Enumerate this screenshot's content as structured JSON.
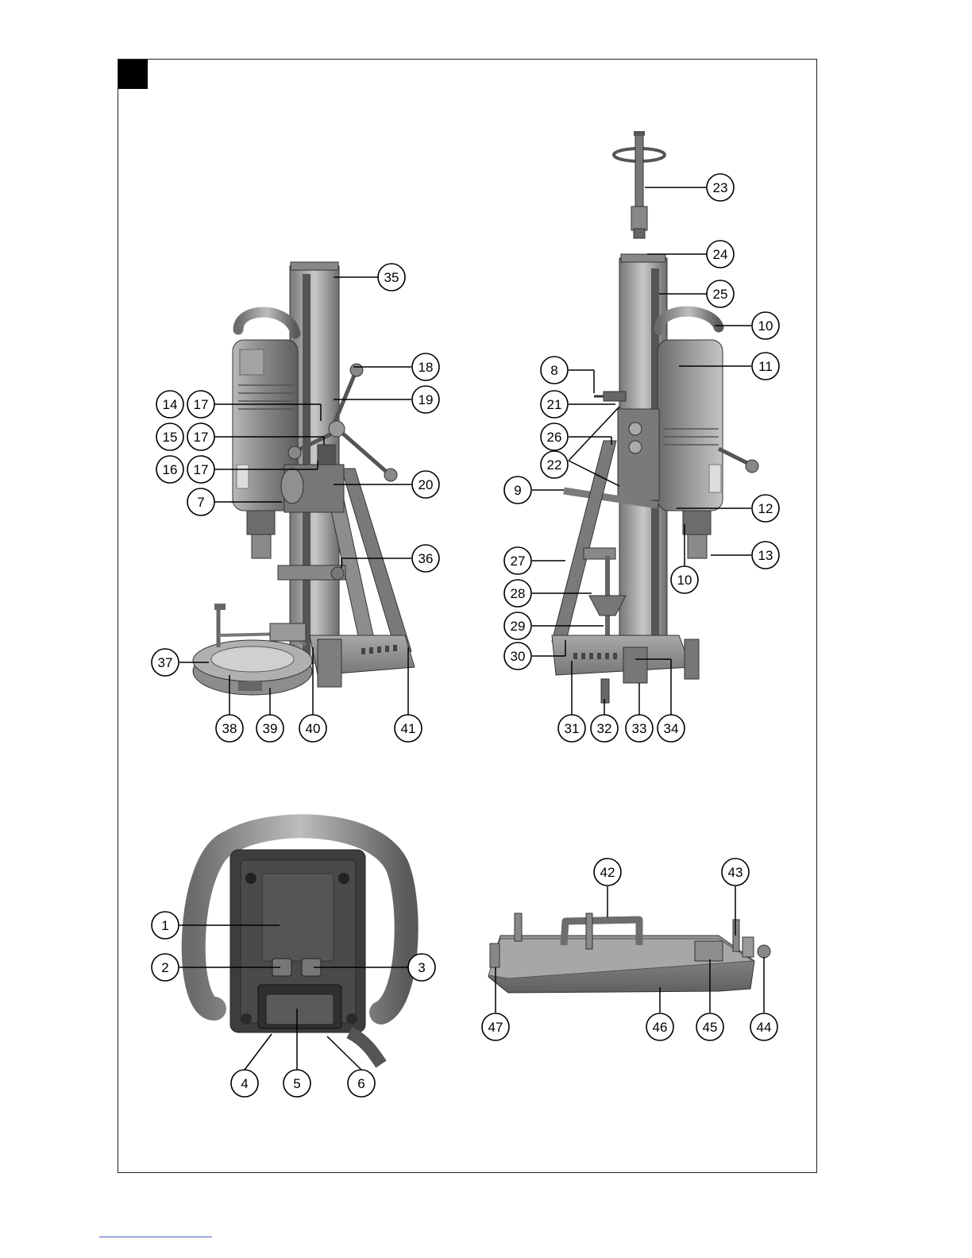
{
  "figure": {
    "callouts": [
      {
        "id": "c1",
        "text": "1"
      },
      {
        "id": "c2",
        "text": "2"
      },
      {
        "id": "c3",
        "text": "3"
      },
      {
        "id": "c4",
        "text": "4"
      },
      {
        "id": "c5",
        "text": "5"
      },
      {
        "id": "c6",
        "text": "6"
      },
      {
        "id": "c7",
        "text": "7"
      },
      {
        "id": "c8",
        "text": "8"
      },
      {
        "id": "c9",
        "text": "9"
      },
      {
        "id": "c10a",
        "text": "10"
      },
      {
        "id": "c10b",
        "text": "10"
      },
      {
        "id": "c11",
        "text": "11"
      },
      {
        "id": "c12",
        "text": "12"
      },
      {
        "id": "c13",
        "text": "13"
      },
      {
        "id": "c14",
        "text": "14"
      },
      {
        "id": "c15",
        "text": "15"
      },
      {
        "id": "c16",
        "text": "16"
      },
      {
        "id": "c17a",
        "text": "17"
      },
      {
        "id": "c17b",
        "text": "17"
      },
      {
        "id": "c17c",
        "text": "17"
      },
      {
        "id": "c18",
        "text": "18"
      },
      {
        "id": "c19",
        "text": "19"
      },
      {
        "id": "c20",
        "text": "20"
      },
      {
        "id": "c21",
        "text": "21"
      },
      {
        "id": "c22",
        "text": "22"
      },
      {
        "id": "c23",
        "text": "23"
      },
      {
        "id": "c24",
        "text": "24"
      },
      {
        "id": "c25",
        "text": "25"
      },
      {
        "id": "c26",
        "text": "26"
      },
      {
        "id": "c27",
        "text": "27"
      },
      {
        "id": "c28",
        "text": "28"
      },
      {
        "id": "c29",
        "text": "29"
      },
      {
        "id": "c30",
        "text": "30"
      },
      {
        "id": "c31",
        "text": "31"
      },
      {
        "id": "c32",
        "text": "32"
      },
      {
        "id": "c33",
        "text": "33"
      },
      {
        "id": "c34",
        "text": "34"
      },
      {
        "id": "c35",
        "text": "35"
      },
      {
        "id": "c36",
        "text": "36"
      },
      {
        "id": "c37",
        "text": "37"
      },
      {
        "id": "c38",
        "text": "38"
      },
      {
        "id": "c39",
        "text": "39"
      },
      {
        "id": "c40",
        "text": "40"
      },
      {
        "id": "c41",
        "text": "41"
      },
      {
        "id": "c42",
        "text": "42"
      },
      {
        "id": "c43",
        "text": "43"
      },
      {
        "id": "c44",
        "text": "44"
      },
      {
        "id": "c45",
        "text": "45"
      },
      {
        "id": "c46",
        "text": "46"
      },
      {
        "id": "c47",
        "text": "47"
      }
    ]
  }
}
